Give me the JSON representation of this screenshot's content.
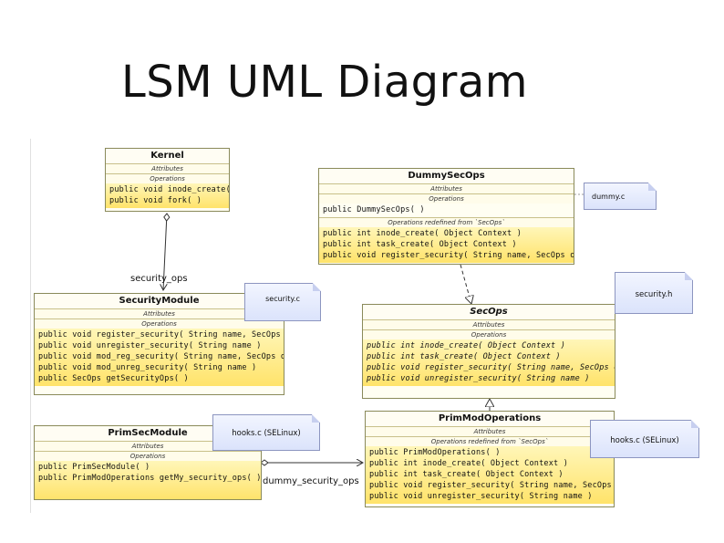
{
  "title": "LSM UML Diagram",
  "classes": {
    "kernel": {
      "name": "Kernel",
      "attributes_label": "Attributes",
      "operations_label": "Operations",
      "ops": [
        "public void  inode_create( )",
        "public void  fork( )"
      ]
    },
    "dummy": {
      "name": "DummySecOps",
      "attributes_label": "Attributes",
      "operations_label": "Operations",
      "ops": [
        "public DummySecOps( )"
      ],
      "redefined_label": "Operations redefined from `SecOps`",
      "redefined_ops": [
        "public int  inode_create( Object Context )",
        "public int  task_create( Object Context )",
        "public void  register_security( String name, SecOps ops )"
      ]
    },
    "security_module": {
      "name": "SecurityModule",
      "attributes_label": "Attributes",
      "operations_label": "Operations",
      "ops": [
        "public void  register_security( String name, SecOps ops )",
        "public void  unregister_security( String name )",
        "public void  mod_reg_security( String name, SecOps ops )",
        "public void  mod_unreg_security( String name )",
        "public SecOps  getSecurityOps( )"
      ]
    },
    "secops": {
      "name": "SecOps",
      "attributes_label": "Attributes",
      "operations_label": "Operations",
      "ops": [
        "public int  inode_create( Object Context )",
        "public int  task_create( Object Context )",
        "public void  register_security( String name, SecOps ops )",
        "public void  unregister_security( String name )"
      ]
    },
    "prim_sec": {
      "name": "PrimSecModule",
      "attributes_label": "Attributes",
      "operations_label": "Operations",
      "ops": [
        "public PrimSecModule( )",
        "public PrimModOperations  getMy_security_ops( )"
      ]
    },
    "prim_mod": {
      "name": "PrimModOperations",
      "attributes_label": "Attributes",
      "redefined_label": "Operations redefined from `SecOps`",
      "ops": [
        "public PrimModOperations( )",
        "public int  inode_create( Object Context )",
        "public int  task_create( Object Context )",
        "public void  register_security( String name, SecOps ops )",
        "public void  unregister_security( String name )"
      ]
    }
  },
  "notes": {
    "dummy": "dummy.c",
    "security_c": "security.c",
    "security_h": "security.h",
    "hooks_left": "hooks.c (SELinux)",
    "hooks_right": "hooks.c (SELinux)"
  },
  "labels": {
    "security_ops": "security_ops",
    "dummy_security_ops": "dummy_security_ops"
  },
  "colors": {
    "class_fill": "#ffe36a",
    "note_fill": "#dbe3fb",
    "line": "#333333"
  }
}
